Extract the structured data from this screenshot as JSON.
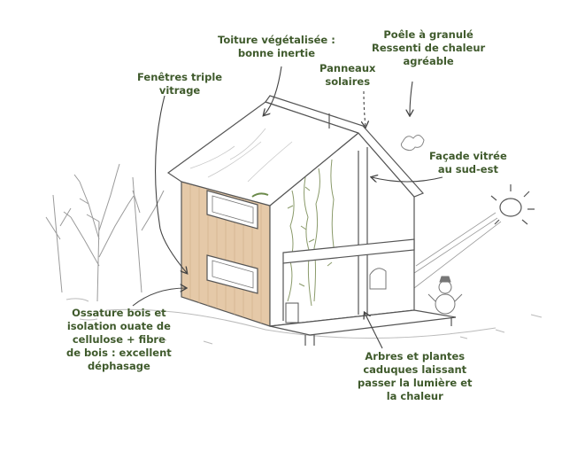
{
  "labels": {
    "toiture": [
      "Toiture végétalisée :",
      "bonne inertie"
    ],
    "poele": [
      "Poêle à granulé",
      "Ressenti de chaleur",
      "agréable"
    ],
    "fenetres": [
      "Fenêtres triple",
      "vitrage"
    ],
    "panneaux": [
      "Panneaux",
      "solaires"
    ],
    "facade": [
      "Façade vitrée",
      "au sud-est"
    ],
    "ossature": [
      "Ossature bois et",
      "isolation ouate de",
      "cellulose + fibre",
      "de bois : excellent",
      "déphasage"
    ],
    "arbres": [
      "Arbres et plantes",
      "caduques laissant",
      "passer la lumière et",
      "la chaleur"
    ]
  },
  "colors": {
    "label_text": "#3f5a2c",
    "wall_wood": "#e5c9a8",
    "sketch_line": "#555555",
    "arrow": "#444444"
  },
  "icons": [
    "house-illustration",
    "sun-icon",
    "snowman-icon",
    "tree-icon",
    "stove-smoke-icon"
  ]
}
